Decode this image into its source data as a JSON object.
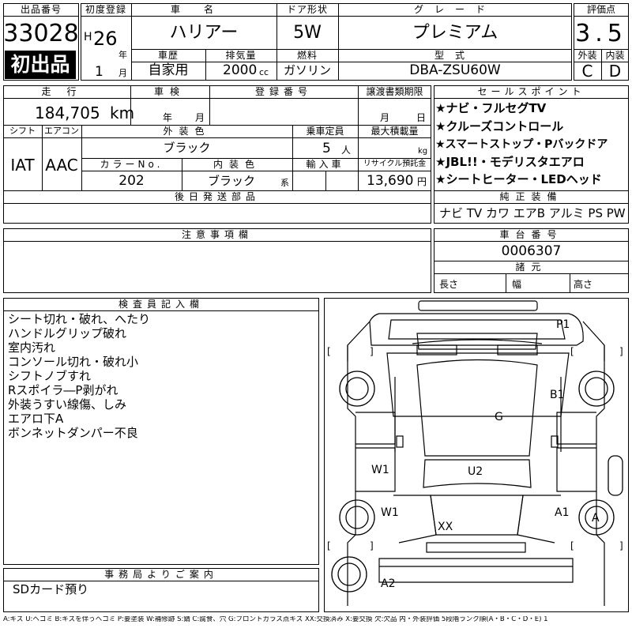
{
  "top": {
    "auction_no_label": "出品番号",
    "auction_no": "33028",
    "first_listing": "初出品",
    "first_reg_label": "初度登録",
    "era": "H",
    "year": "26",
    "year_unit": "年",
    "month": "1",
    "month_unit": "月",
    "car_name_label": "車名",
    "car_name": "ハリアー",
    "door_label": "ドア形状",
    "door": "5W",
    "grade_label": "グレード",
    "grade": "プレミアム",
    "score_label": "評価点",
    "score": "3.5",
    "history_label": "車歴",
    "history": "自家用",
    "displacement_label": "排気量",
    "displacement": "2000",
    "displacement_unit": "cc",
    "fuel_label": "燃料",
    "fuel": "ガソリン",
    "model_label": "型式",
    "model": "DBA-ZSU60W",
    "exterior_score_label": "外装",
    "exterior_score": "C",
    "interior_score_label": "内装",
    "interior_score": "D"
  },
  "mid": {
    "mileage_label": "走行",
    "mileage": "184,705",
    "mileage_unit": "km",
    "inspection_label": "車検",
    "inspection_year_unit": "年",
    "inspection_month_unit": "月",
    "reg_no_label": "登録番号",
    "transfer_label": "譲渡書類期限",
    "transfer_month_unit": "月",
    "transfer_day_unit": "日",
    "shift_label": "シフト",
    "shift": "IAT",
    "ac_label": "エアコン",
    "ac": "AAC",
    "ext_color_label": "外装色",
    "ext_color": "ブラック",
    "capacity_label": "乗車定員",
    "capacity": "5",
    "capacity_unit": "人",
    "load_label": "最大積載量",
    "load_unit": "kg",
    "color_no_label": "カラーNo.",
    "color_no": "202",
    "int_color_label": "内装色",
    "int_color": "ブラック",
    "int_color_unit": "系",
    "import_label": "輸入車",
    "recycle_label": "リサイクル預託金",
    "recycle": "13,690",
    "recycle_unit": "円",
    "later_parts_label": "後日発送部品"
  },
  "sales": {
    "label": "セールスポイント",
    "points": [
      "★ナビ・フルセグTV",
      "★クルーズコントロール",
      "★スマートストップ・Pバックドア",
      "★JBL!!・モデリスタエアロ",
      "★シートヒーター・LEDヘッド"
    ],
    "equipment_label": "純正装備",
    "equipment": "ナビ TV カワ エアB アルミ PS PW"
  },
  "notes": {
    "label": "注意事項欄"
  },
  "chassis": {
    "label": "車台番号",
    "number": "0006307",
    "dims_label": "諸元",
    "length_label": "長さ",
    "width_label": "幅",
    "height_label": "高さ"
  },
  "inspector": {
    "label": "検査員記入欄",
    "lines": [
      "シート切れ・破れ、へたり",
      "ハンドルグリップ破れ",
      "室内汚れ",
      "コンソール切れ・破れ小",
      "シフトノブすれ",
      "Rスポイラ―P剥がれ",
      "外装うすい線傷、しみ",
      "エアロ下A",
      "ボンネットダンパー不良"
    ]
  },
  "office": {
    "label": "事務局よりご案内",
    "text": "SDカード預り"
  },
  "diagram": {
    "marks": {
      "p1": "P1",
      "b1": "B1",
      "g": "G",
      "u2": "U2",
      "w1a": "W1",
      "w1b": "W1",
      "a1": "A1",
      "a": "A",
      "xx": "XX",
      "a2": "A2"
    },
    "brackets": [
      "[",
      "]",
      "[",
      "]",
      "[",
      "]",
      "[",
      "]"
    ]
  },
  "legend": "A:キズ U:ヘコミ B:キズを伴うヘコミ P:要塗装 W:補修跡 S:錆 C:腐食、穴 G:フロントガラス点キズ XX:交換済み X:要交換 欠:欠品 内・外装評価 5段階ランク順(A・B・C・D・E) 1"
}
